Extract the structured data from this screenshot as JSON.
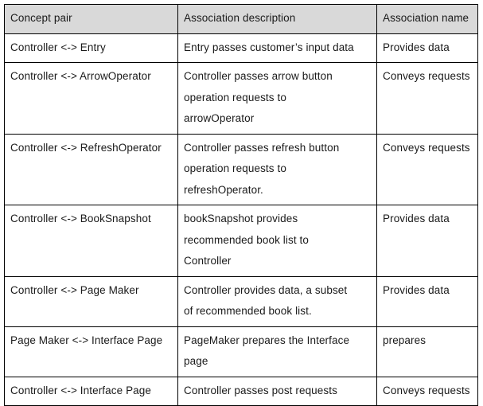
{
  "table": {
    "headers": [
      "Concept pair",
      "Association description",
      "Association name"
    ],
    "rows": [
      {
        "concept_pair": "Controller <-> Entry",
        "description_lines": [
          "Entry passes customer’s input data"
        ],
        "association_name": "Provides data"
      },
      {
        "concept_pair": "Controller <-> ArrowOperator",
        "description_lines": [
          "Controller passes arrow button",
          "operation requests to",
          "arrowOperator"
        ],
        "association_name": "Conveys requests"
      },
      {
        "concept_pair": "Controller <-> RefreshOperator",
        "description_lines": [
          "Controller passes refresh button",
          "operation requests to",
          "refreshOperator."
        ],
        "association_name": "Conveys requests"
      },
      {
        "concept_pair": "Controller <-> BookSnapshot",
        "description_lines": [
          "bookSnapshot provides",
          "recommended book list to",
          "Controller"
        ],
        "association_name": "Provides data"
      },
      {
        "concept_pair": "Controller <-> Page Maker",
        "description_lines": [
          "Controller provides data, a subset",
          "of recommended book list."
        ],
        "association_name": "Provides data"
      },
      {
        "concept_pair": "Page Maker <-> Interface Page",
        "description_lines": [
          "PageMaker prepares the Interface",
          "page"
        ],
        "association_name": "prepares"
      },
      {
        "concept_pair": "Controller <-> Interface Page",
        "description_lines": [
          "Controller passes post requests"
        ],
        "association_name": "Conveys requests"
      }
    ]
  },
  "colors": {
    "header_background": "#d9d9d9",
    "border": "#000000",
    "text": "#1a1a1a",
    "page_background": "#ffffff"
  }
}
